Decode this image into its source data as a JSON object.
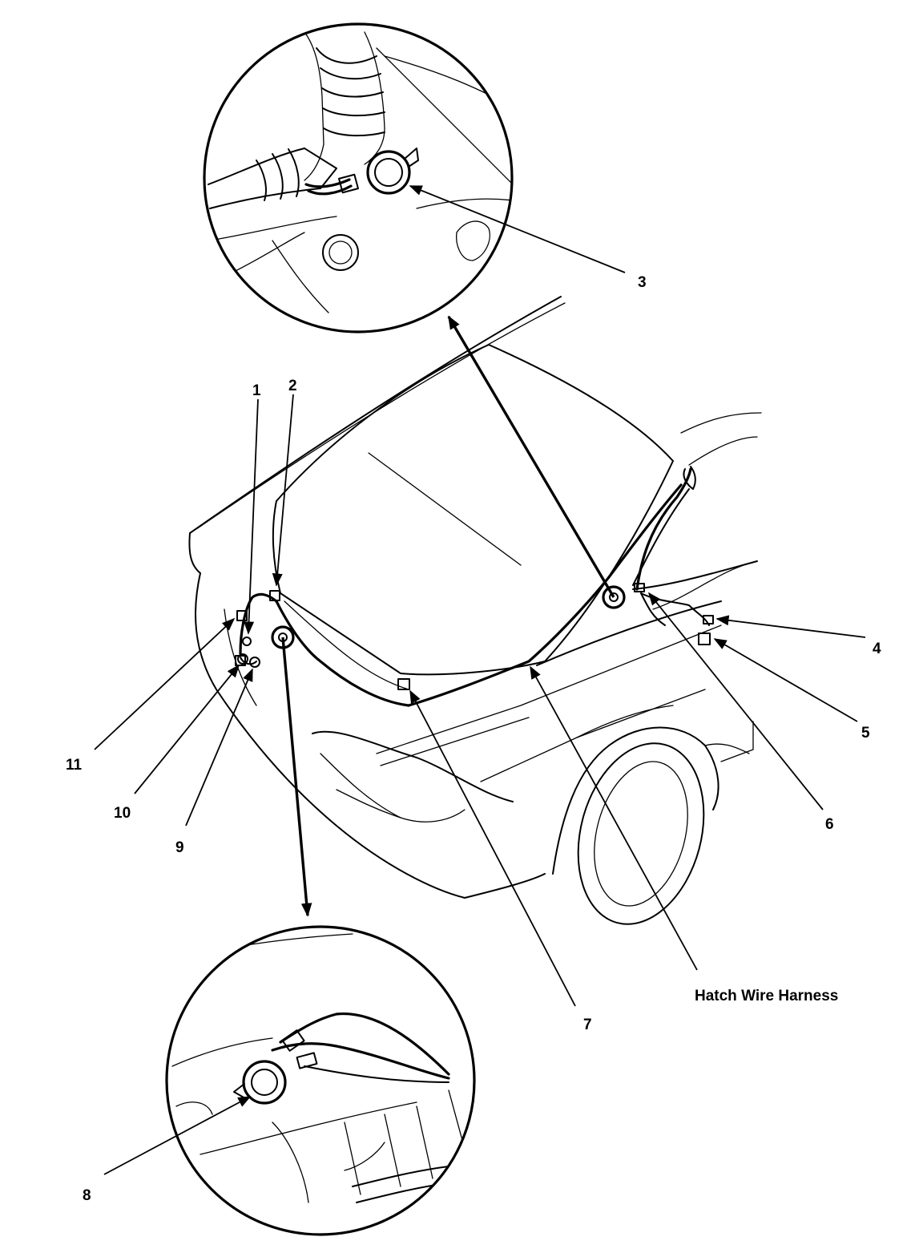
{
  "diagram": {
    "callouts": [
      "1",
      "2",
      "3",
      "4",
      "5",
      "6",
      "7",
      "8",
      "9",
      "10",
      "11"
    ],
    "harness_label": "Hatch Wire Harness"
  }
}
